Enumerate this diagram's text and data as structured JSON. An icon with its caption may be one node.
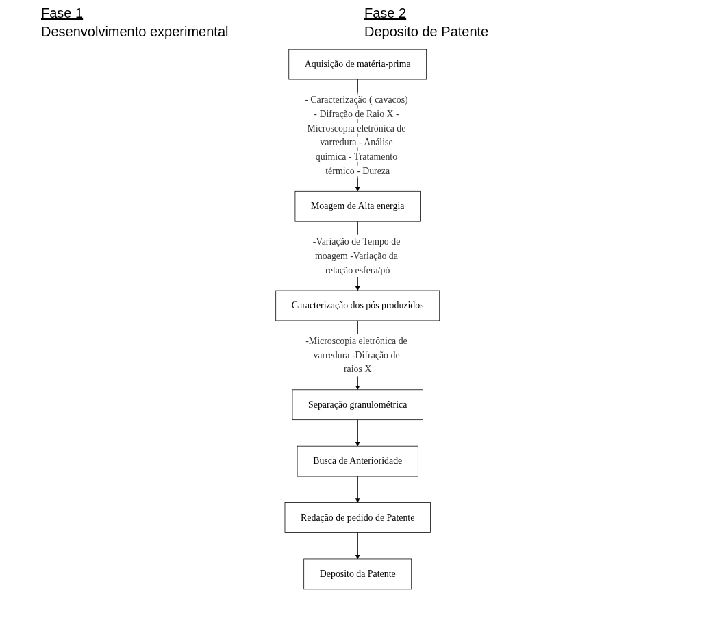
{
  "diagram": {
    "nodes": [
      {
        "text": [
          "Aquisição de matéria-prima"
        ]
      },
      {
        "text": [
          "Moagem de Alta energia"
        ]
      },
      {
        "text": [
          "Caracterização dos pós produzidos"
        ]
      },
      {
        "text": [
          "Separação granulométrica"
        ]
      },
      {
        "text": [
          "Busca de Anterioridade"
        ]
      },
      {
        "text": [
          "Redação de pedido de Patente"
        ]
      },
      {
        "text": [
          "Deposito da Patente"
        ]
      }
    ],
    "edges": [
      {
        "from": 0,
        "to": 1,
        "arrow": "to",
        "label": "- Caracterização ( cavacos) - Difração de Raio X - Microscopia eletrônica de varredura - Análise química - Tratamento térmico - Dureza"
      },
      {
        "from": 1,
        "to": 2,
        "arrow": "to",
        "label": "-Variação de Tempo de moagem -Variação da relação esfera/pó"
      },
      {
        "from": 2,
        "to": 3,
        "arrow": "to",
        "label": "-Microscopia eletrônica de varredura -Difração de raios X"
      },
      {
        "from": 3,
        "to": 4,
        "arrow": "to"
      },
      {
        "from": 4,
        "to": 5,
        "arrow": "to"
      },
      {
        "from": 5,
        "to": 6,
        "arrow": "to"
      }
    ],
    "labels": [
      "Fase 1",
      "Fase 2",
      "Desenvolvimento experimental",
      "Deposito de Patente"
    ]
  }
}
